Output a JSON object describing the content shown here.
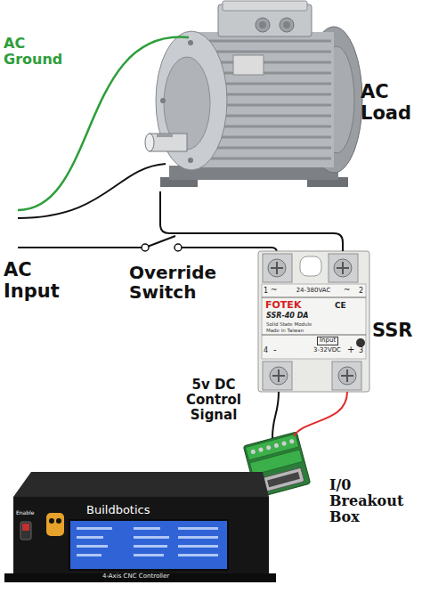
{
  "diagram": {
    "nodes": [
      {
        "text": [
          "AC Load"
        ]
      },
      {
        "text": [
          "SSR",
          "1",
          "~",
          "24-380VAC",
          "~",
          "2",
          "FOTEK",
          "SSR-40 DA",
          "Solid State Module",
          "Made in Taiwan",
          "CE",
          "Input",
          "3-32VDC",
          "4",
          "-",
          "+",
          "3"
        ]
      },
      {
        "text": [
          "I/0 Breakout Box"
        ]
      },
      {
        "text": [
          "Buildbotics",
          "Enable",
          "4-Axis CNC Controller"
        ]
      }
    ],
    "edges": [
      {
        "from": 0,
        "to": 1,
        "arrow": "none"
      },
      {
        "from": 1,
        "to": 2,
        "arrow": "none"
      },
      {
        "from": 1,
        "to": 2,
        "arrow": "none"
      }
    ],
    "labels": [
      "AC Ground",
      "AC Input",
      "Override Switch",
      "5v DC Control Signal"
    ]
  }
}
